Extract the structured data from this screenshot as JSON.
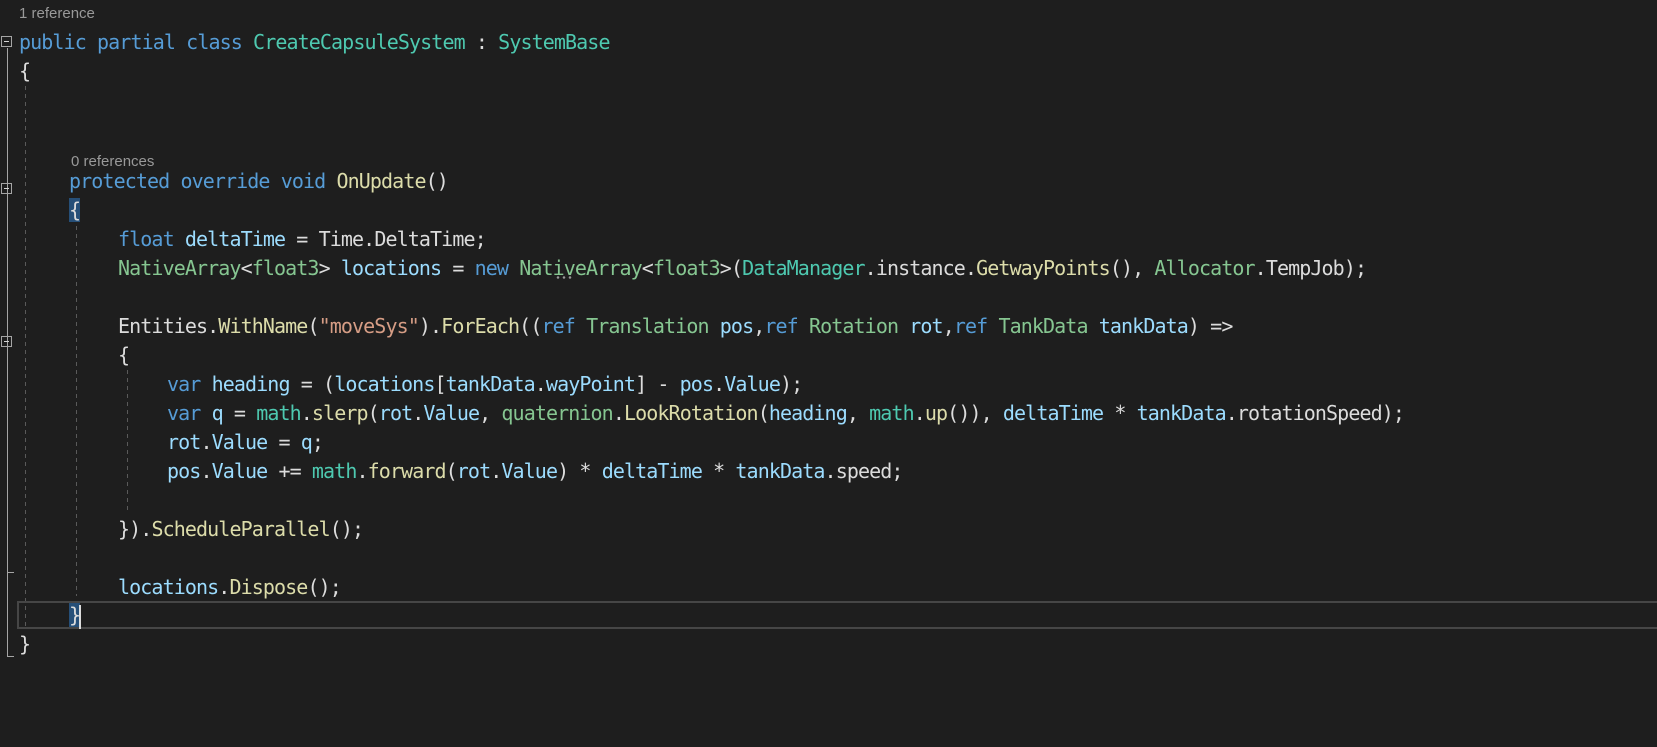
{
  "editor": {
    "codelens": {
      "class_refs": "1 reference",
      "method_refs": "0 references"
    },
    "lines": {
      "l1": {
        "kw1": "public",
        "kw2": "partial",
        "kw3": "class",
        "name": "CreateCapsuleSystem",
        "colon": " : ",
        "base": "SystemBase"
      },
      "l2": {
        "brace": "{"
      },
      "l3": {
        "kw1": "protected",
        "kw2": "override",
        "kw3": "void",
        "name": "OnUpdate",
        "parens": "()"
      },
      "l4": {
        "brace": "{"
      },
      "l5": {
        "type": "float",
        "var": "deltaTime",
        "eq": " = ",
        "cls": "Time",
        "dot": ".",
        "prop": "DeltaTime",
        "semi": ";"
      },
      "l6": {
        "t1": "NativeArray",
        "lt": "<",
        "t2": "float3",
        "gt": ">",
        "var": "locations",
        "eq": " = ",
        "kw": "new",
        "t3": "NativeArray",
        "lt2": "<",
        "t4": "float3",
        "gt2": ">",
        "op": "(",
        "t5": "DataManager",
        "d1": ".",
        "f1": "instance",
        "d2": ".",
        "m1": "GetwayPoints",
        "p1": "(), ",
        "t6": "Allocator",
        "d3": ".",
        "f2": "TempJob",
        "end": ");"
      },
      "l7": {
        "cls": "Entities",
        "d1": ".",
        "m1": "WithName",
        "p1": "(",
        "str": "\"moveSys\"",
        "p2": ").",
        "m2": "ForEach",
        "p3": "((",
        "r1": "ref",
        "t1": "Translation",
        "v1": "pos",
        "c1": ",",
        "r2": "ref",
        "t2": "Rotation",
        "v2": "rot",
        "c2": ",",
        "r3": "ref",
        "t3": "TankData",
        "v3": "tankData",
        "end": ") =>"
      },
      "l8": {
        "brace": "{"
      },
      "l9": {
        "kw": "var",
        "v": "heading",
        "eq": " = ",
        "p1": "(",
        "v2": "locations",
        "b1": "[",
        "v3": "tankData",
        "d": ".",
        "f": "wayPoint",
        "b2": "]",
        "minus": " - ",
        "v4": "pos",
        "d2": ".",
        "f2": "Value",
        "p2": ")",
        "semi": ";"
      },
      "l10": {
        "kw": "var",
        "v": "q",
        "eq": " = ",
        "t1": "math",
        "d1": ".",
        "m1": "slerp",
        "p1": "(",
        "v2": "rot",
        "d2": ".",
        "f1": "Value",
        "c1": ", ",
        "t2": "quaternion",
        "d3": ".",
        "m2": "LookRotation",
        "p2": "(",
        "v3": "heading",
        "c2": ", ",
        "t3": "math",
        "d4": ".",
        "m3": "up",
        "p3": "()), ",
        "v4": "deltaTime",
        "mul": " * ",
        "v5": "tankData",
        "d5": ".",
        "f2": "rotationSpeed",
        "end": ");"
      },
      "l11": {
        "v": "rot",
        "d": ".",
        "f": "Value",
        "eq": " = ",
        "v2": "q",
        "semi": ";"
      },
      "l12": {
        "v": "pos",
        "d": ".",
        "f": "Value",
        "eq": " += ",
        "t": "math",
        "d2": ".",
        "m": "forward",
        "p1": "(",
        "v2": "rot",
        "d3": ".",
        "f2": "Value",
        "p2": ")",
        "mul": " * ",
        "v3": "deltaTime",
        "mul2": " * ",
        "v4": "tankData",
        "d4": ".",
        "f3": "speed",
        "semi": ";"
      },
      "l13": {
        "close": "})",
        "d": ".",
        "m": "ScheduleParallel",
        "end": "();"
      },
      "l14": {
        "v": "locations",
        "d": ".",
        "m": "Dispose",
        "end": "();"
      },
      "l15": {
        "brace": "}"
      },
      "l16": {
        "brace": "}"
      }
    },
    "colors": {
      "background": "#1e1e1e",
      "keyword": "#569cd6",
      "type": "#4ec9b0",
      "struct": "#86c691",
      "method": "#dcdcaa",
      "variable": "#9cdcfe",
      "string": "#d69d85",
      "plain": "#dcdcdc",
      "codelens": "#999999",
      "brace_highlight": "#264f78"
    }
  }
}
